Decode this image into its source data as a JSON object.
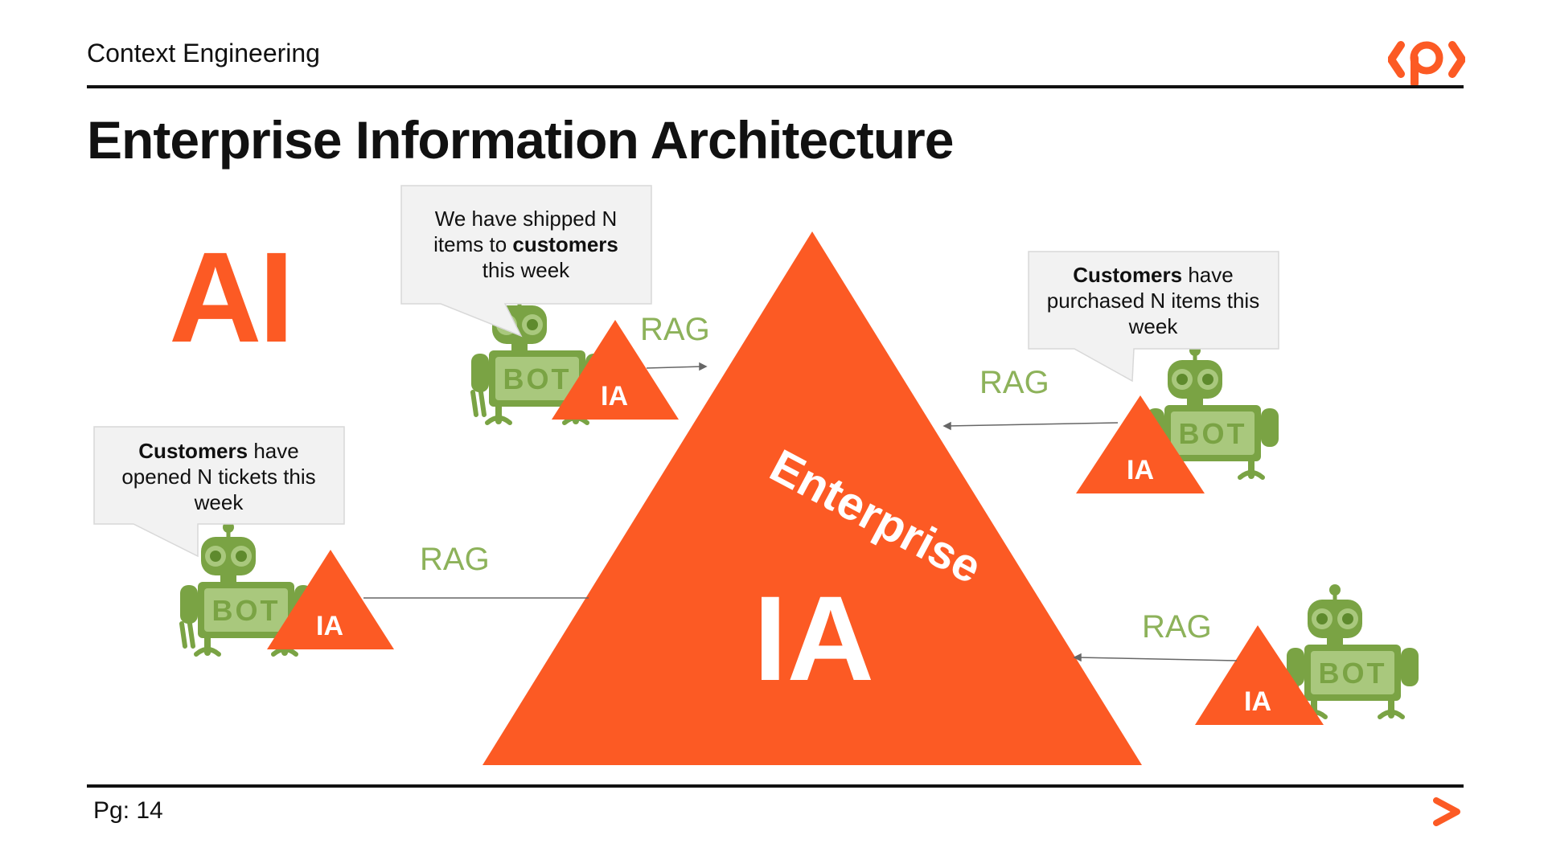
{
  "header": {
    "course_title": "Context Engineering"
  },
  "slide": {
    "title": "Enterprise Information Architecture"
  },
  "diagram": {
    "big_label": "AI",
    "center": {
      "label_top": "Enterprise",
      "label_main": "IA"
    },
    "small_triangle_label": "IA",
    "bot_label": "BOT",
    "rag_label": "RAG",
    "bubbles": {
      "top": {
        "line1": "We have shipped N",
        "line2_pre": "items to ",
        "line2_bold": "customers",
        "line3": "this week"
      },
      "left": {
        "line1_bold": "Customers",
        "line1_rest": " have",
        "line2": "opened N tickets this",
        "line3": "week"
      },
      "right": {
        "line1_bold": "Customers",
        "line1_rest": " have",
        "line2": "purchased N items this",
        "line3": "week"
      }
    }
  },
  "footer": {
    "page": "Pg: 14"
  },
  "colors": {
    "accent": "#fc5a24",
    "bot_green": "#7aa344",
    "rag_green": "#8db25a",
    "bubble_bg": "#f2f2f2"
  },
  "icons": {
    "logo": "packt-logo-icon",
    "next": "next-arrow-icon",
    "robot": "robot-icon"
  }
}
